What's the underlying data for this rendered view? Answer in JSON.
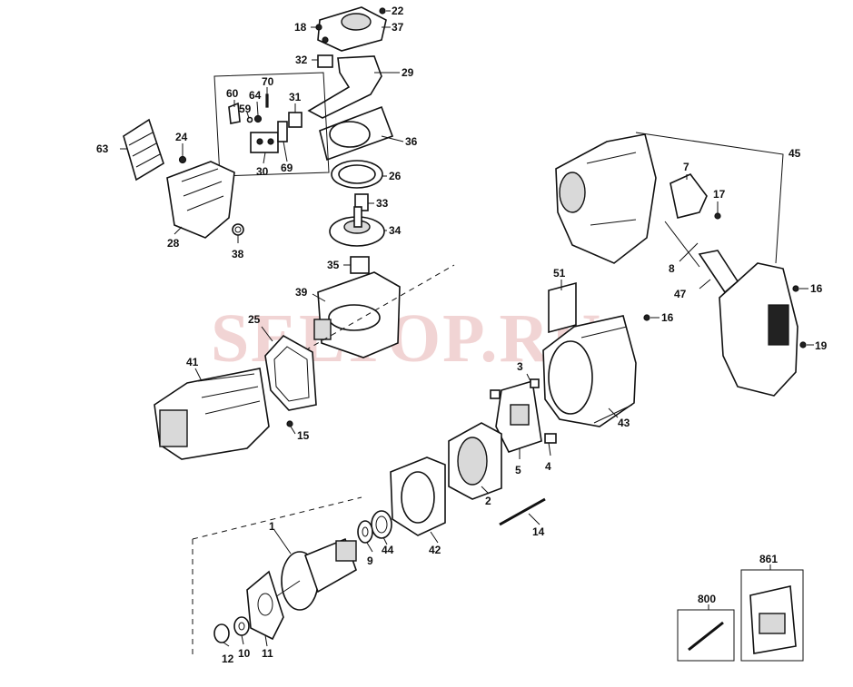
{
  "watermark": "SELTOP.RU",
  "colors": {
    "line": "#111111",
    "watermark": "#e9b8b8",
    "background": "#ffffff"
  },
  "callouts": {
    "c18": "18",
    "c22": "22",
    "c37": "37",
    "c32": "32",
    "c29": "29",
    "c60": "60",
    "c64": "64",
    "c70": "70",
    "c59": "59",
    "c31": "31",
    "c30": "30",
    "c69": "69",
    "c36": "36",
    "c63": "63",
    "c24": "24",
    "c26": "26",
    "c33": "33",
    "c34": "34",
    "c28": "28",
    "c38": "38",
    "c35": "35",
    "c39": "39",
    "c25": "25",
    "c41": "41",
    "c15": "15",
    "c45": "45",
    "c7": "7",
    "c17": "17",
    "c8": "8",
    "c47": "47",
    "c16a": "16",
    "c16b": "16",
    "c19": "19",
    "c51": "51",
    "c3": "3",
    "c43": "43",
    "c5": "5",
    "c4": "4",
    "c2": "2",
    "c14": "14",
    "c42": "42",
    "c9": "9",
    "c44": "44",
    "c1": "1",
    "c12": "12",
    "c10": "10",
    "c11": "11",
    "c800": "800",
    "c861": "861"
  }
}
